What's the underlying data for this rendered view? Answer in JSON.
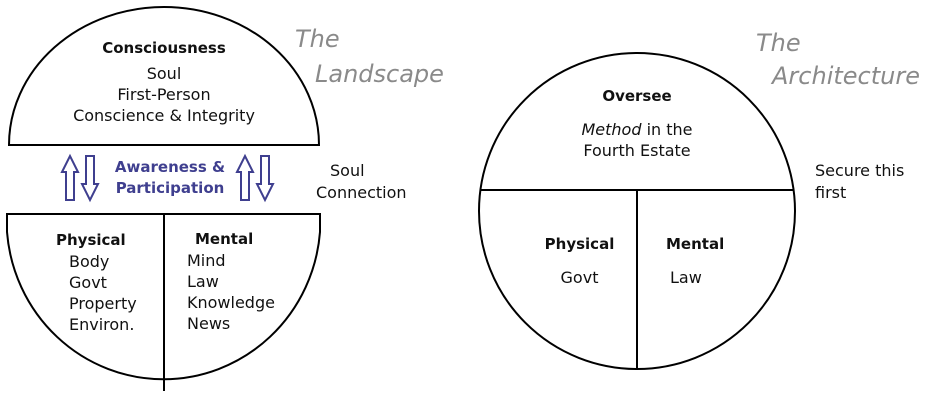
{
  "landscape": {
    "title_line1": "The",
    "title_line2": "Landscape",
    "top": {
      "heading": "Consciousness",
      "lines": [
        "Soul",
        "First-Person",
        "Conscience & Integrity"
      ]
    },
    "awareness_line1": "Awareness &",
    "awareness_line2": "Participation",
    "side_line1": "Soul",
    "side_line2": "Connection",
    "bottom_left": {
      "heading": "Physical",
      "lines": [
        "Body",
        "Govt",
        "Property",
        "Environ."
      ]
    },
    "bottom_right": {
      "heading": "Mental",
      "lines": [
        "Mind",
        "Law",
        "Knowledge",
        "News"
      ]
    }
  },
  "architecture": {
    "title_line1": "The",
    "title_line2": "Architecture",
    "top": {
      "heading": "Oversee",
      "method_em": "Method",
      "method_rest": " in the",
      "line2": "Fourth Estate"
    },
    "side_line1": "Secure this",
    "side_line2": "first",
    "bottom_left": {
      "heading": "Physical",
      "line": "Govt"
    },
    "bottom_right": {
      "heading": "Mental",
      "line": "Law"
    }
  },
  "colors": {
    "line": "#000000",
    "arrow": "#3f3f8f",
    "title": "#8a8a8a"
  }
}
